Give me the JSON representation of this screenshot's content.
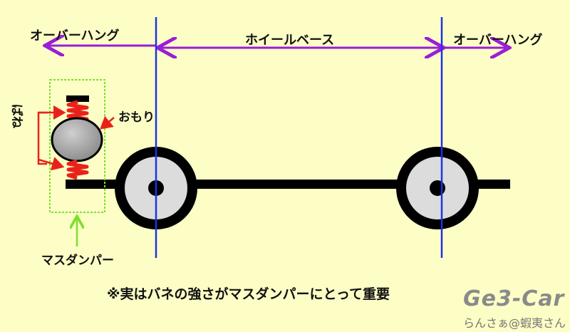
{
  "labels": {
    "overhang_left": "オーバーハング",
    "wheelbase": "ホイールベース",
    "overhang_right": "オーバーハング",
    "weight": "おもり",
    "spring": "ばね",
    "mass_damper": "マスダンパー",
    "note": "※実はバネの強さがマスダンパーにとって重要",
    "logo": "Ge3-Car",
    "credit": "らんさぁ@蝦夷さん"
  },
  "colors": {
    "background": "#fdfdc6",
    "dimension_arrow": "#9a1dd8",
    "axle_line": "#1a35e6",
    "spring_red": "#e8221a",
    "pointer_red": "#e8221a",
    "damper_box": "#7be22a",
    "wheel_tire": "#000000",
    "wheel_hub": "#dcdcdc",
    "weight_fill": "#a8a8a8"
  }
}
